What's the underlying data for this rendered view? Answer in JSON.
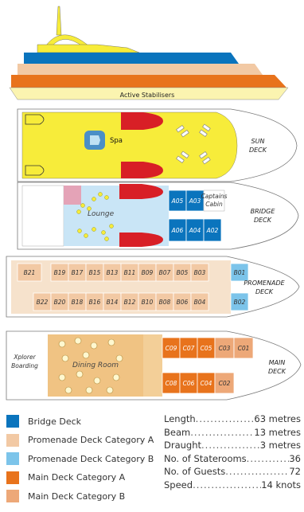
{
  "profile": {
    "label": "Active Stabilisers"
  },
  "decks": {
    "sun": {
      "name_line1": "SUN",
      "name_line2": "DECK",
      "spa_label": "Spa"
    },
    "bridge": {
      "name_line1": "BRIDGE",
      "name_line2": "DECK",
      "lounge_label": "Lounge",
      "captains_line1": "Captains",
      "captains_line2": "Cabin",
      "cabins_top": [
        "A05",
        "A03"
      ],
      "cabins_bottom": [
        "A06",
        "A04",
        "A02"
      ]
    },
    "promenade": {
      "name_line1": "PROMENADE",
      "name_line2": "DECK",
      "cabin_top_first": "B21",
      "cabins_top": [
        "B19",
        "B17",
        "B15",
        "B13",
        "B11",
        "B09",
        "B07",
        "B05",
        "B03"
      ],
      "cabin_top_blue": "B01",
      "cabins_bottom": [
        "B22",
        "B20",
        "B18",
        "B16",
        "B14",
        "B12",
        "B10",
        "B08",
        "B06",
        "B04"
      ],
      "cabin_bottom_blue": "B02"
    },
    "main": {
      "name_line1": "MAIN",
      "name_line2": "DECK",
      "boarding_line1": "Xplorer",
      "boarding_line2": "Boarding",
      "dining_label": "Dining Room",
      "cabins_top_a": [
        "C09",
        "C07",
        "C05"
      ],
      "cabins_top_b": [
        "C03",
        "C01"
      ],
      "cabins_bottom_a": [
        "C08",
        "C06",
        "C04"
      ],
      "cabins_bottom_b": [
        "C02"
      ]
    }
  },
  "legend": [
    {
      "label": "Bridge Deck",
      "color": "#0a74bd"
    },
    {
      "label": "Promenade Deck Category A",
      "color": "#f2c9a4"
    },
    {
      "label": "Promenade Deck Category B",
      "color": "#7cc4ea"
    },
    {
      "label": "Main Deck Category A",
      "color": "#e8731c"
    },
    {
      "label": "Main Deck Category B",
      "color": "#eda878"
    }
  ],
  "specs": [
    {
      "label": "Length",
      "value": "63 metres"
    },
    {
      "label": "Beam",
      "value": "13 metres"
    },
    {
      "label": "Draught",
      "value": "3 metres"
    },
    {
      "label": "No. of Staterooms",
      "value": "36"
    },
    {
      "label": "No. of Guests",
      "value": "72"
    },
    {
      "label": "Speed",
      "value": "14 knots"
    }
  ],
  "colors": {
    "bridge_cabin": "#0a74bd",
    "promenade_a": "#f2c9a4",
    "promenade_b": "#7cc4ea",
    "main_a": "#e8731c",
    "main_b": "#eda878",
    "sun_yellow": "#f7ec3a",
    "red": "#d81f26",
    "lounge_blue": "#bfe1f4",
    "dining_tan": "#f0c383"
  }
}
